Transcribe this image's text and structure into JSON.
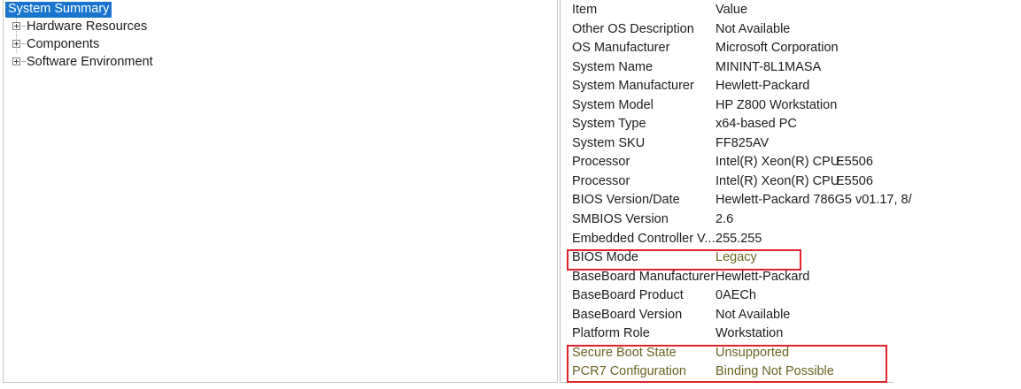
{
  "tree": {
    "selected_node": "System Summary",
    "nodes": [
      {
        "label": "System Summary",
        "selected": true,
        "expandable": false
      },
      {
        "label": "Hardware Resources",
        "selected": false,
        "expandable": true
      },
      {
        "label": "Components",
        "selected": false,
        "expandable": true
      },
      {
        "label": "Software Environment",
        "selected": false,
        "expandable": true
      }
    ]
  },
  "details": {
    "columns": {
      "item": "Item",
      "value": "Value"
    },
    "rows": [
      {
        "item": "Other OS Description",
        "value": "Not Available",
        "value_ext": "",
        "highlight": "none"
      },
      {
        "item": "OS Manufacturer",
        "value": "Microsoft Corporation",
        "value_ext": "",
        "highlight": "none"
      },
      {
        "item": "System Name",
        "value": "MININT-8L1MASA",
        "value_ext": "",
        "highlight": "none"
      },
      {
        "item": "System Manufacturer",
        "value": "Hewlett-Packard",
        "value_ext": "",
        "highlight": "none"
      },
      {
        "item": "System Model",
        "value": "HP Z800 Workstation",
        "value_ext": "",
        "highlight": "none"
      },
      {
        "item": "System Type",
        "value": "x64-based PC",
        "value_ext": "",
        "highlight": "none"
      },
      {
        "item": "System SKU",
        "value": "FF825AV",
        "value_ext": "",
        "highlight": "none"
      },
      {
        "item": "Processor",
        "value": "Intel(R) Xeon(R) CPU",
        "value_ext": "E5506",
        "highlight": "none"
      },
      {
        "item": "Processor",
        "value": "Intel(R) Xeon(R) CPU",
        "value_ext": "E5506",
        "highlight": "none"
      },
      {
        "item": "BIOS Version/Date",
        "value": "Hewlett-Packard 786G5 v01.17, 8/",
        "value_ext": "",
        "highlight": "none"
      },
      {
        "item": "SMBIOS Version",
        "value": "2.6",
        "value_ext": "",
        "highlight": "none"
      },
      {
        "item": "Embedded Controller V...",
        "value": "255.255",
        "value_ext": "",
        "highlight": "none"
      },
      {
        "item": "BIOS Mode",
        "value": "Legacy",
        "value_ext": "",
        "highlight": "value"
      },
      {
        "item": "BaseBoard Manufacturer",
        "value": "Hewlett-Packard",
        "value_ext": "",
        "highlight": "none"
      },
      {
        "item": "BaseBoard Product",
        "value": "0AECh",
        "value_ext": "",
        "highlight": "none"
      },
      {
        "item": "BaseBoard Version",
        "value": "Not Available",
        "value_ext": "",
        "highlight": "none"
      },
      {
        "item": "Platform Role",
        "value": "Workstation",
        "value_ext": "",
        "highlight": "none"
      },
      {
        "item": "Secure Boot State",
        "value": "Unsupported",
        "value_ext": "",
        "highlight": "row"
      },
      {
        "item": "PCR7 Configuration",
        "value": "Binding Not Possible",
        "value_ext": "",
        "highlight": "row"
      }
    ]
  },
  "annotations": {
    "boxes": [
      {
        "name": "bios-mode-highlight",
        "color": "#e0232b"
      },
      {
        "name": "secure-boot-highlight",
        "color": "#e0232b"
      }
    ]
  },
  "colors": {
    "selection_blue": "#1874cd",
    "highlight_red": "#e0232b",
    "olive_text": "#6b6323",
    "body_text": "#1c1c1c"
  }
}
